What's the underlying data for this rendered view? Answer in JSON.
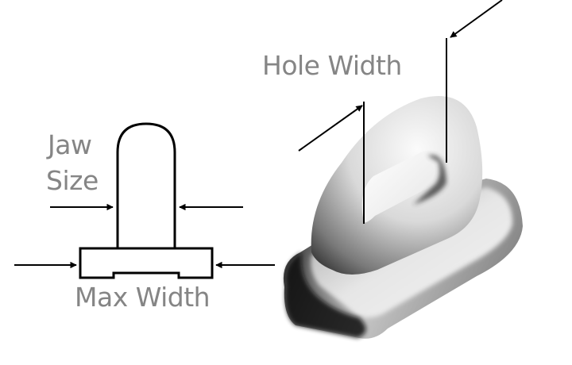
{
  "labels": {
    "jaw_line1": "Jaw",
    "jaw_line2": "Size",
    "max_width": "Max Width",
    "hole_width": "Hole Width"
  },
  "colors": {
    "label_gray": "#858585",
    "line_black": "#000000",
    "background": "#ffffff"
  }
}
